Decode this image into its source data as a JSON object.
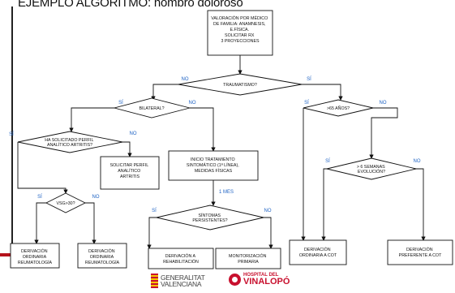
{
  "title": "EJEMPLO ALGORITMO: hombro doloroso",
  "nodes": {
    "start": [
      "VALORACIÓN POR MÉDICO",
      "DE FAMILIA: ANAMNESIS,",
      "E.FÍSICA.",
      "SOLICITAR RX",
      "3 PROYECCIONES"
    ],
    "traumatismo": [
      "TRAUMATISMO?"
    ],
    "bilateral": [
      "BILATERAL?"
    ],
    "mayor65": [
      ">65 AÑOS?"
    ],
    "perfil_artritis": [
      "HA SOLICITADO PERFIL",
      "ANALÍTICO ARTRITIS?"
    ],
    "solicitar_perfil": [
      "SOLICITAR PERFIL",
      "ANALÍTICO",
      "ARTRITIS"
    ],
    "inicio_tratamiento": [
      "INICIO TRATAMIENTO",
      "SINTOMÁTICO (1ª LÍNEA),",
      "MEDIDAS FÍSICAS"
    ],
    "seis_semanas": [
      "> 6 SEMANAS",
      "EVOLUCIÓN?"
    ],
    "vsg": [
      "VSG>30?"
    ],
    "sintomas": [
      "SÍNTOMAS",
      "PERSISTENTES?"
    ],
    "deriv_reuma_1": [
      "DERIVACIÓN",
      "ORDINARIA",
      "REUMATOLOGÍA"
    ],
    "deriv_reuma_2": [
      "DERIVACIÓN",
      "ORDINARIA",
      "REUMATOLOGÍA"
    ],
    "deriv_rehab": [
      "DERIVACIÓN A",
      "REHABILITACIÓN"
    ],
    "monitorizacion": [
      "MONITORIZACIÓN",
      "PRIMARIA"
    ],
    "deriv_cot_ord": [
      "DERIVACIÓN",
      "ORDINARIA A COT"
    ],
    "deriv_cot_pref": [
      "DERIVACIÓN",
      "PREFERENTE A COT"
    ]
  },
  "edge_labels": {
    "trauma_no": "NO",
    "trauma_si": "SÍ",
    "bilat_si": "SÍ",
    "bilat_no": "NO",
    "perfil_si": "SÍ",
    "perfil_no": "NO",
    "age_si": "SÍ",
    "age_no": "NO",
    "vsg_si": "SÍ",
    "vsg_no": "NO",
    "mes": "1 MES",
    "sint_si": "SÍ",
    "sint_no": "NO",
    "sem_si": "SÍ",
    "sem_no": "NO"
  },
  "logos": {
    "generalitat": [
      "GENERALITAT",
      "VALENCIANA"
    ],
    "hospital_small": "HOSPITAL DEL",
    "hospital_big": "VINALOPÓ"
  },
  "colors": {
    "line": "#111111",
    "label": "#1f63c4",
    "brand_red": "#c8102e"
  }
}
